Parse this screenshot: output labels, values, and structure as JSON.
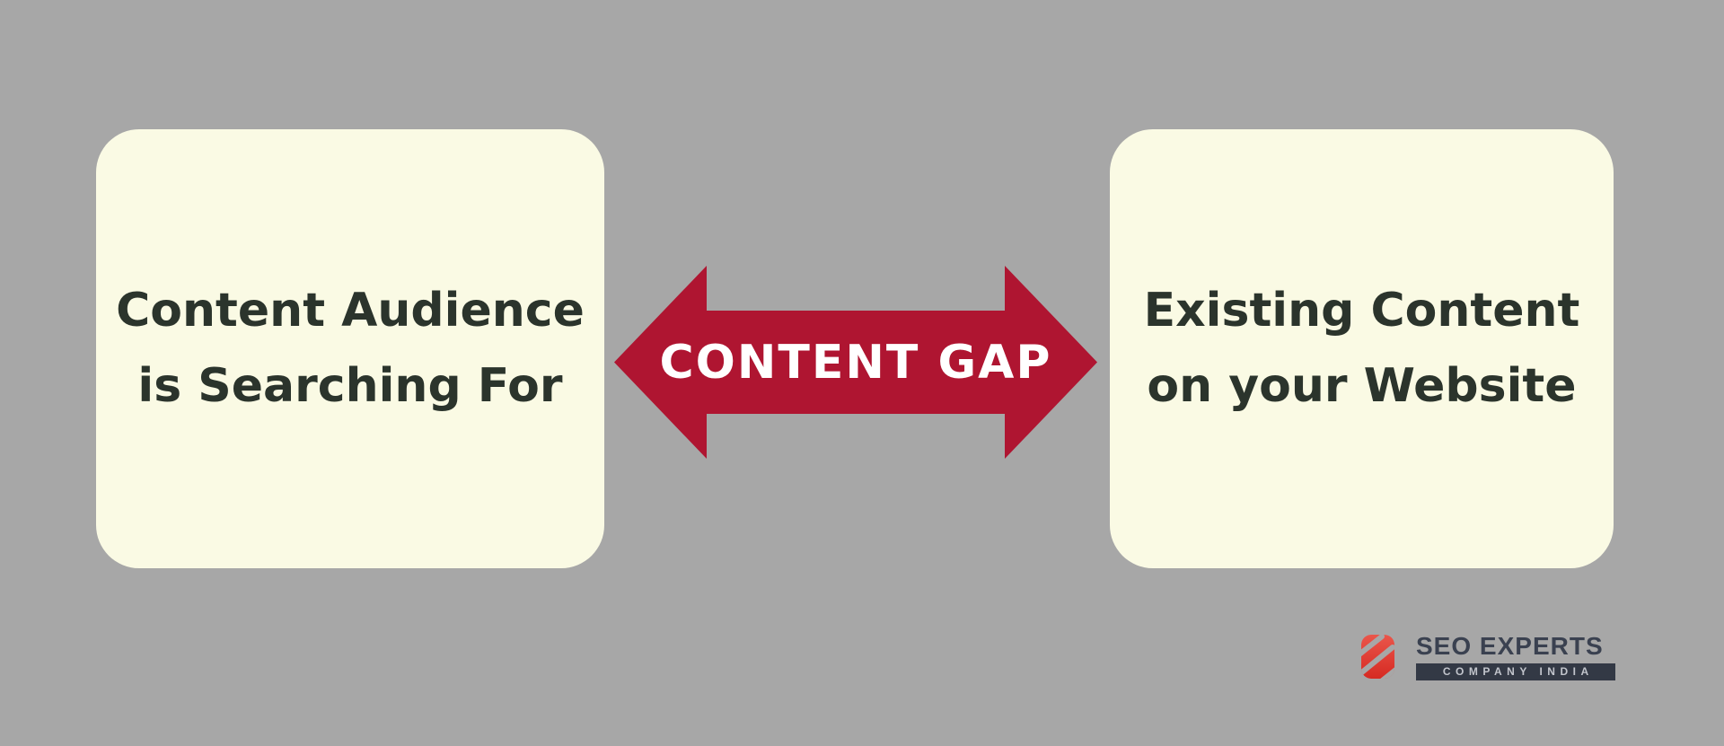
{
  "background_color": "#A7A7A7",
  "diagram": {
    "left_box": {
      "label": "Content Audience\nis Searching For",
      "bg_color": "#FAFAE4",
      "text_color": "#2B342C"
    },
    "right_box": {
      "label": "Existing Content\non your Website",
      "bg_color": "#FAFAE4",
      "text_color": "#2B342C"
    },
    "arrow": {
      "label": "CONTENT GAP",
      "shape": "double-headed-horizontal-arrow",
      "color": "#AF1531",
      "label_color": "#FFFFFF"
    }
  },
  "logo": {
    "icon": "seo-experts-striped-shield-icon",
    "icon_color": "#DC352B",
    "title": "SEO EXPERTS",
    "title_color": "#3A4150",
    "subtitle": "COMPANY INDIA",
    "subtitle_bg": "#333945",
    "subtitle_color": "#C2C5CC"
  }
}
